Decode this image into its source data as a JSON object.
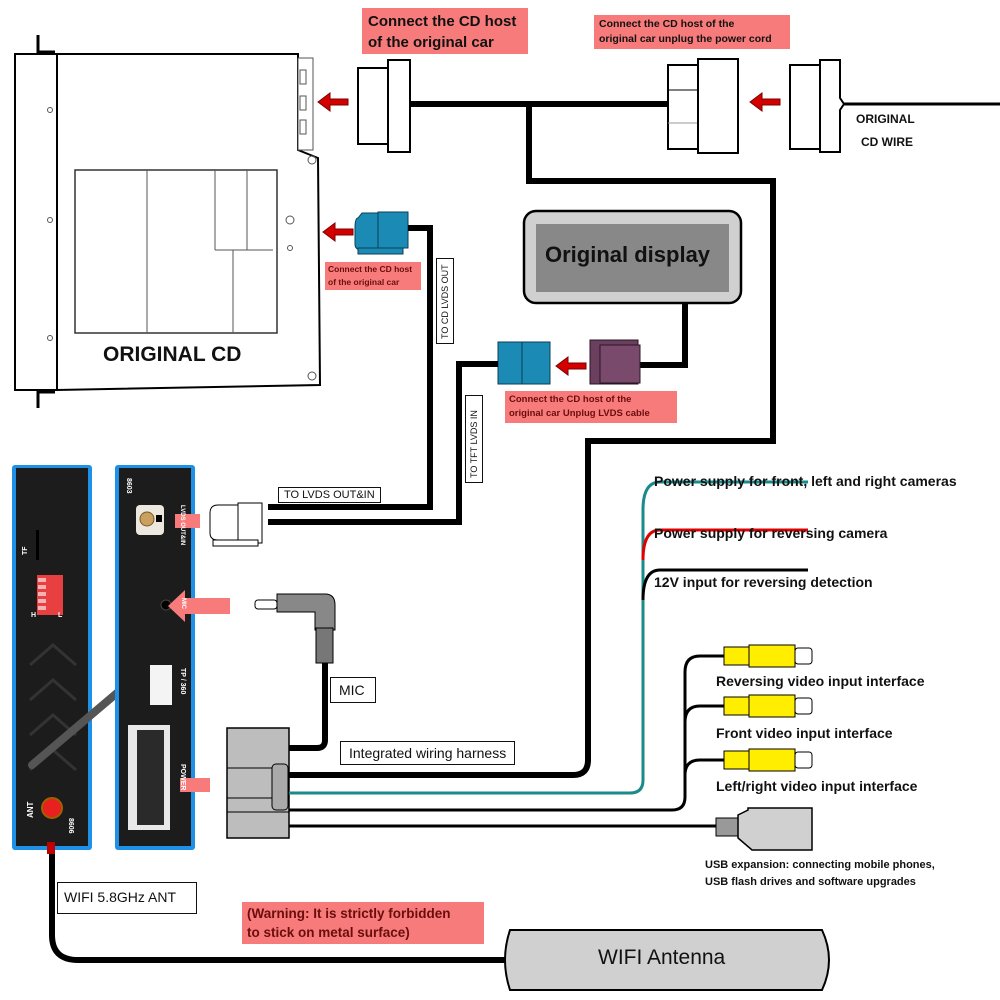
{
  "title": "Wiring diagram: CarPlay/Android module installation",
  "colors": {
    "label_bg": "#f77b7b",
    "wire": "#000000",
    "teal_wire": "#1a8a8a",
    "red_wire": "#e00000",
    "module_blue": "#1e90e6",
    "module_body": "#1c1c1c",
    "lvds_connector_blue": "#1b8bb5",
    "lvds_connector_purple": "#6b3f5e",
    "rca_yellow": "#ffee00",
    "harness_gray": "#bdbdbd",
    "display_gray": "#8a8a8a",
    "arrow_red": "#d40000"
  },
  "labels": {
    "connect_cd_host_top": "Connect the CD host\nof the original car",
    "connect_cd_unplug_power": "Connect the CD host of the\noriginal car unplug the power cord",
    "original_cd_wire_1": "ORIGINAL",
    "original_cd_wire_2": "CD WIRE",
    "original_cd": "ORIGINAL CD",
    "connect_cd_host_lvds": "Connect the CD host\nof the original car",
    "to_cd_lvds_out": "TO CD LVDS OUT",
    "original_display": "Original display",
    "to_tft_lvds_in": "TO TFT LVDS IN",
    "connect_cd_unplug_lvds": "Connect the CD host of the\noriginal car Unplug LVDS cable",
    "to_lvds_out_in": "TO LVDS OUT&IN",
    "power_front_lr": "Power supply for front, left and right cameras",
    "power_reversing": "Power supply for reversing camera",
    "input_12v": "12V input for reversing detection",
    "mic": "MIC",
    "integrated_harness": "Integrated wiring harness",
    "reversing_video": "Reversing video input interface",
    "front_video": "Front video input interface",
    "lr_video": "Left/right video input interface",
    "usb_expansion": "USB expansion: connecting mobile phones,\nUSB flash drives and software upgrades",
    "wifi_ant": "WIFI 5.8GHz ANT",
    "warning": "(Warning: It is strictly forbidden\nto stick on metal surface)",
    "wifi_antenna": "WIFI Antenna"
  },
  "module": {
    "left_panel": {
      "tf": "TF",
      "dip_h": "H",
      "dip_l": "L",
      "ant": "ANT",
      "model": "8606"
    },
    "right_panel": {
      "model": "8603",
      "lvds": "LVDS OUT&IN",
      "mic": "MIC",
      "tp": "TP / 360",
      "power": "POWER"
    }
  }
}
